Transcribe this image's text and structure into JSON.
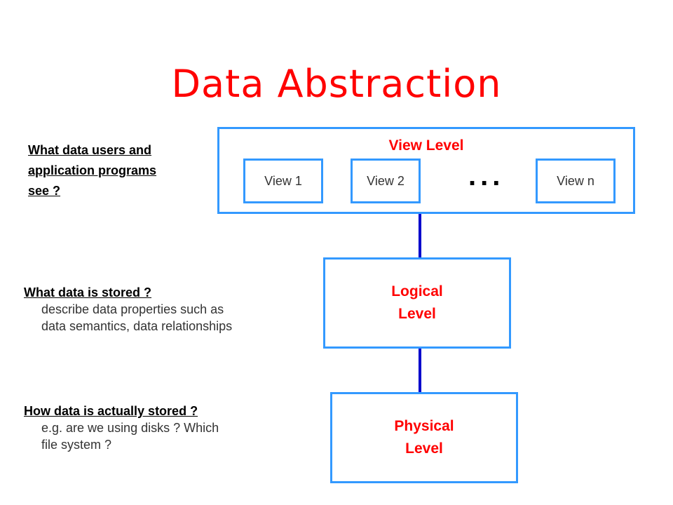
{
  "title": "Data Abstraction",
  "view_level": {
    "label": "View Level",
    "views": [
      "View 1",
      "View 2",
      "View n"
    ],
    "ellipsis": "..."
  },
  "logical_level": {
    "label_line1": "Logical",
    "label_line2": "Level"
  },
  "physical_level": {
    "label_line1": "Physical",
    "label_line2": "Level"
  },
  "notes": {
    "view": {
      "line1": "What data users and",
      "line2": "application programs",
      "line3": "see ?"
    },
    "logical": {
      "head": "What data is stored ?",
      "line1": "describe data properties such as",
      "line2": "data semantics, data relationships"
    },
    "physical": {
      "head": "How data is actually stored ?",
      "line1": "e.g. are we using disks ? Which",
      "line2": "file system ?"
    }
  },
  "colors": {
    "title": "#ff0000",
    "box_border": "#3399ff",
    "connector": "#0000cc"
  }
}
